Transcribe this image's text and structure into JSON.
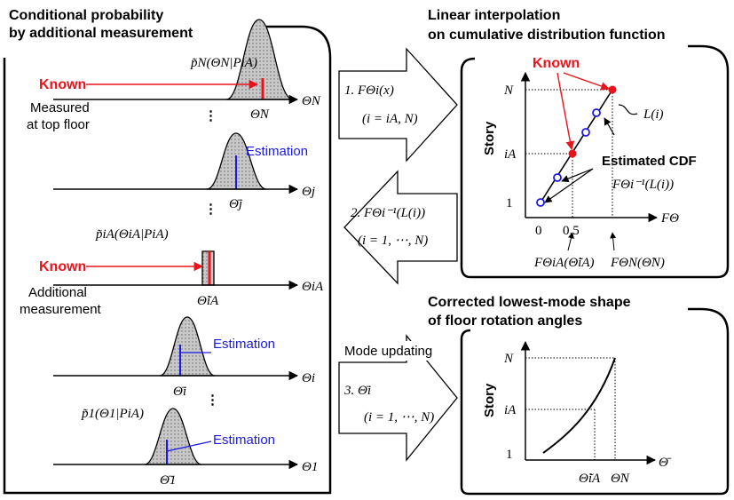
{
  "left_panel": {
    "title_line1": "Conditional probability",
    "title_line2": "by additional measurement",
    "top_dist_label": "p̃N(ΘN|PiA)",
    "top_known": "Known",
    "top_measured_line1": "Measured",
    "top_measured_line2": "at top floor",
    "top_axis": "ΘN",
    "top_value": "Θ̃N",
    "j_estimation": "Estimation",
    "j_axis": "Θj",
    "j_value": "Θ̄j",
    "ia_dist_label": "p̃iA(ΘiA|PiA)",
    "ia_known": "Known",
    "ia_additional_line1": "Additional",
    "ia_additional_line2": "measurement",
    "ia_axis": "ΘiA",
    "ia_value": "Θ̃iA",
    "i_estimation": "Estimation",
    "i_axis": "Θi",
    "i_value": "Θ̄i",
    "one_dist_label": "p̃1(Θ1|PiA)",
    "one_estimation": "Estimation",
    "one_axis": "Θ1",
    "one_value": "Θ̄1",
    "ellipsis": "⋮"
  },
  "arrows": {
    "step1_formula": "1. FΘi(x)",
    "step1_range": "(i = iA, N)",
    "step2_formula": "2. FΘi⁻¹(L(i))",
    "step2_range": "(i = 1, ⋯, N)",
    "mode_updating": "Mode updating",
    "step3_formula": "3. Θ̄i",
    "step3_range": "(i = 1, ⋯, N)"
  },
  "top_right_panel": {
    "title_line1": "Linear interpolation",
    "title_line2": "on cumulative distribution function",
    "known": "Known",
    "y_axis_label": "Story",
    "y_tick_N": "N",
    "y_tick_iA": "iA",
    "y_tick_1": "1",
    "x_tick_0": "0",
    "x_tick_05": "0.5",
    "x_axis_label": "FΘ",
    "line_label": "L(i)",
    "estimated_cdf": "Estimated CDF",
    "inverse_label": "FΘi⁻¹(L(i))",
    "bottom_label_iA": "FΘiA(Θ̃iA)",
    "bottom_label_N": "FΘN(Θ̃N)"
  },
  "bottom_right_panel": {
    "title_line1": "Corrected lowest-mode shape",
    "title_line2": "of floor rotation angles",
    "y_axis_label": "Story",
    "y_tick_N": "N",
    "y_tick_iA": "iA",
    "y_tick_1": "1",
    "x_axis_label": "Θ̄",
    "x_tick_iA": "Θ̃iA",
    "x_tick_N": "Θ̃N"
  },
  "colors": {
    "known_red": "#e8141b",
    "estimation_blue": "#1a1ae6",
    "fill_grey": "#c8c8c8"
  }
}
